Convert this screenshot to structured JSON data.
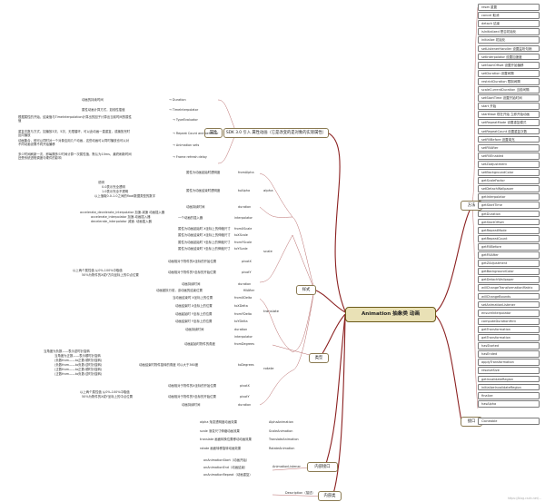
{
  "root": "Animation 抽象类  动画",
  "branches": {
    "method": "方法",
    "interface": "接口",
    "style": "样式",
    "category": "类型",
    "inner_interface": "内部接口",
    "inner_class": "内部类",
    "attributes": "属性",
    "sdk": "SDK 3.0 引入 属性动画（它是改变的是对象的实际属性）",
    "alpha": "alpha",
    "scale": "scale",
    "translate": "translate",
    "rotate": "rotate"
  },
  "methods": [
    "reset 重置",
    "cancel 取消",
    "detach 结束",
    "isInitialized 是否初始化",
    "initialize 初始化",
    "setListenerHandler 设置监听句柄",
    "setInterpolator 设置加速度",
    "setStartOffset 设置开始偏移",
    "setDuration 设置间隔",
    "restrictDuration 限制间隔",
    "scaleCurrentDuration 当前间隔",
    "setStartTime 设置开始时间",
    "start 开始",
    "startNow 现在开始 立即开始动画",
    "setRepeatMode 设置重复模式",
    "setRepeatCount 设置重复次数",
    "setFillBefore 设置填充",
    "setFillAfter",
    "setFillEnabled",
    "setZAdjustment",
    "setBackgroundColor",
    "getScaleFactor",
    "setDetachWallpaper",
    "getInterpolator",
    "getStartTime",
    "getDuration",
    "getStartOffset",
    "getRepeatMode",
    "getRepeatCount",
    "getFillBefore",
    "getFillAfter",
    "getZAdjustment",
    "getBackgroundColor",
    "getDetachWallpaper",
    "willChangeTransformationMatrix",
    "willChangeBounds",
    "setAnimationListener",
    "ensureInterpolator",
    "computeDurationHint",
    "getTransformation",
    "getTransformation",
    "hasStarted",
    "hasEnded",
    "applyTransformation",
    "resolveSize",
    "getInvalidateRegion",
    "initializeInvalidateRegion",
    "finalize",
    "hasAlpha"
  ],
  "interface_item": "Cloneable",
  "attr_items": [
    "动画的持续时间",
    "→ Duration",
    "属性动画计算方式，如线性插值",
    "→ TimeInterpolator",
    "根据属性的开始、结束值与TimeInterpolation计算出的因子计算出当前时间的属性值",
    "→ TypeEvaluator",
    "重复次数与方式，如播放3次、5次、无限循环，可以此动画一直重复，或播放完时反向播放",
    "→ Repeat Count and behavior",
    "动画集合，即可以同时对一个对象应用几个动画，这些动画可以同时播放也可以对不同动画设置不同开始偏移",
    "→ Animation sets",
    "多少时间刷新一次，即每隔多少时间计算一次属性值，默认为10ms，最终刷新时间还受系统进程调度与硬件的影响",
    "→ Frame refresh delay"
  ],
  "alpha_items": [
    "属性为动画起始时透明度",
    "fromAlpha",
    "说明",
    "0.0表示完全透明",
    "1.0表示完全不透明",
    "以上值取0.0-1.0之间的float数据类型的数字",
    "属性为动画结束时透明度",
    "toAlpha",
    "动画持续时间",
    "duration"
  ],
  "scale_items": [
    "accelerate_decelerate_interpolator 加速-减速 动画插入器",
    "accelerate_interpolator 加速-动画插入器",
    "decelerate_interpolator 减速- 动画插入器",
    "一个动画的插入器",
    "interpolator",
    "属性为动画起始时 X坐标上的伸缩尺寸",
    "fromXScale",
    "属性为动画结束时 X坐标上的伸缩尺寸",
    "toXScale",
    "属性为动画起始时 Y坐标上的伸缩尺寸",
    "fromYScale",
    "属性为动画结束时 Y坐标上的伸缩尺寸",
    "toYScale",
    "动画相对于物件的X坐标的开始位置",
    "pivotX",
    "以上两个属性值 从0%-100%中取值",
    "50%为物件的X或Y方向坐标上的中点位置",
    "动画相对于物件的Y坐标的开始位置",
    "pivotY",
    "动画持续时间",
    "duration",
    "动画被执行前，该动画的结束位置",
    "fillAfter"
  ],
  "translate_items": [
    "当动画结束时 X坐标上的位置",
    "fromXDelta",
    "动画结束时 X坐标上的位置",
    "toXDelta",
    "动画起始时 Y坐标上的位置",
    "fromYDelta",
    "动画结束时 Y坐标上的位置",
    "toYDelta",
    "动画持续时间",
    "duration"
  ],
  "rotate_items": [
    "interpolator",
    "动画起始时物件的角度",
    "fromDegrees",
    "当角度为负数——表示逆时针旋转",
    "当角度为正数——表示顺时针旋转",
    "(负数from——to正数:顺时针旋转)",
    "(负数from——to负数:逆时针旋转)",
    "(正数from——to正数:顺时针旋转)",
    "(正数from——to负数:逆时针旋转)",
    "动画结束时物件旋转的角度 可以大于360度",
    "toDegrees",
    "动画相对于物件的X坐标的开始位置",
    "pivotX",
    "以上两个属性值 从0%-100%中取值",
    "50%为物件的X或Y坐标上的中点位置",
    "动画相对于物件的Y坐标的开始位置",
    "pivotY",
    "动画持续时间",
    "duration"
  ],
  "types": [
    {
      "desc": "alpha 渐变透明度动画效果",
      "name": "AlphaAnimation"
    },
    {
      "desc": "scale 渐变尺寸伸缩动画效果",
      "name": "ScaleAnimation"
    },
    {
      "desc": "translate 画面转换位置移动动画效果",
      "name": "TranslateAnimation"
    },
    {
      "desc": "rotate 画面转移旋转动画效果",
      "name": "RotateAnimation"
    }
  ],
  "inner_interface_items": [
    "onAnimationStart（动画开始）",
    "onAnimationEnd（动画结束）",
    "onAnimationRepeat（动画重复）"
  ],
  "inner_interface_name": "AnimationListener",
  "inner_class_item": "Description（描述）",
  "watermark": "https://blog.csdn.net/..."
}
